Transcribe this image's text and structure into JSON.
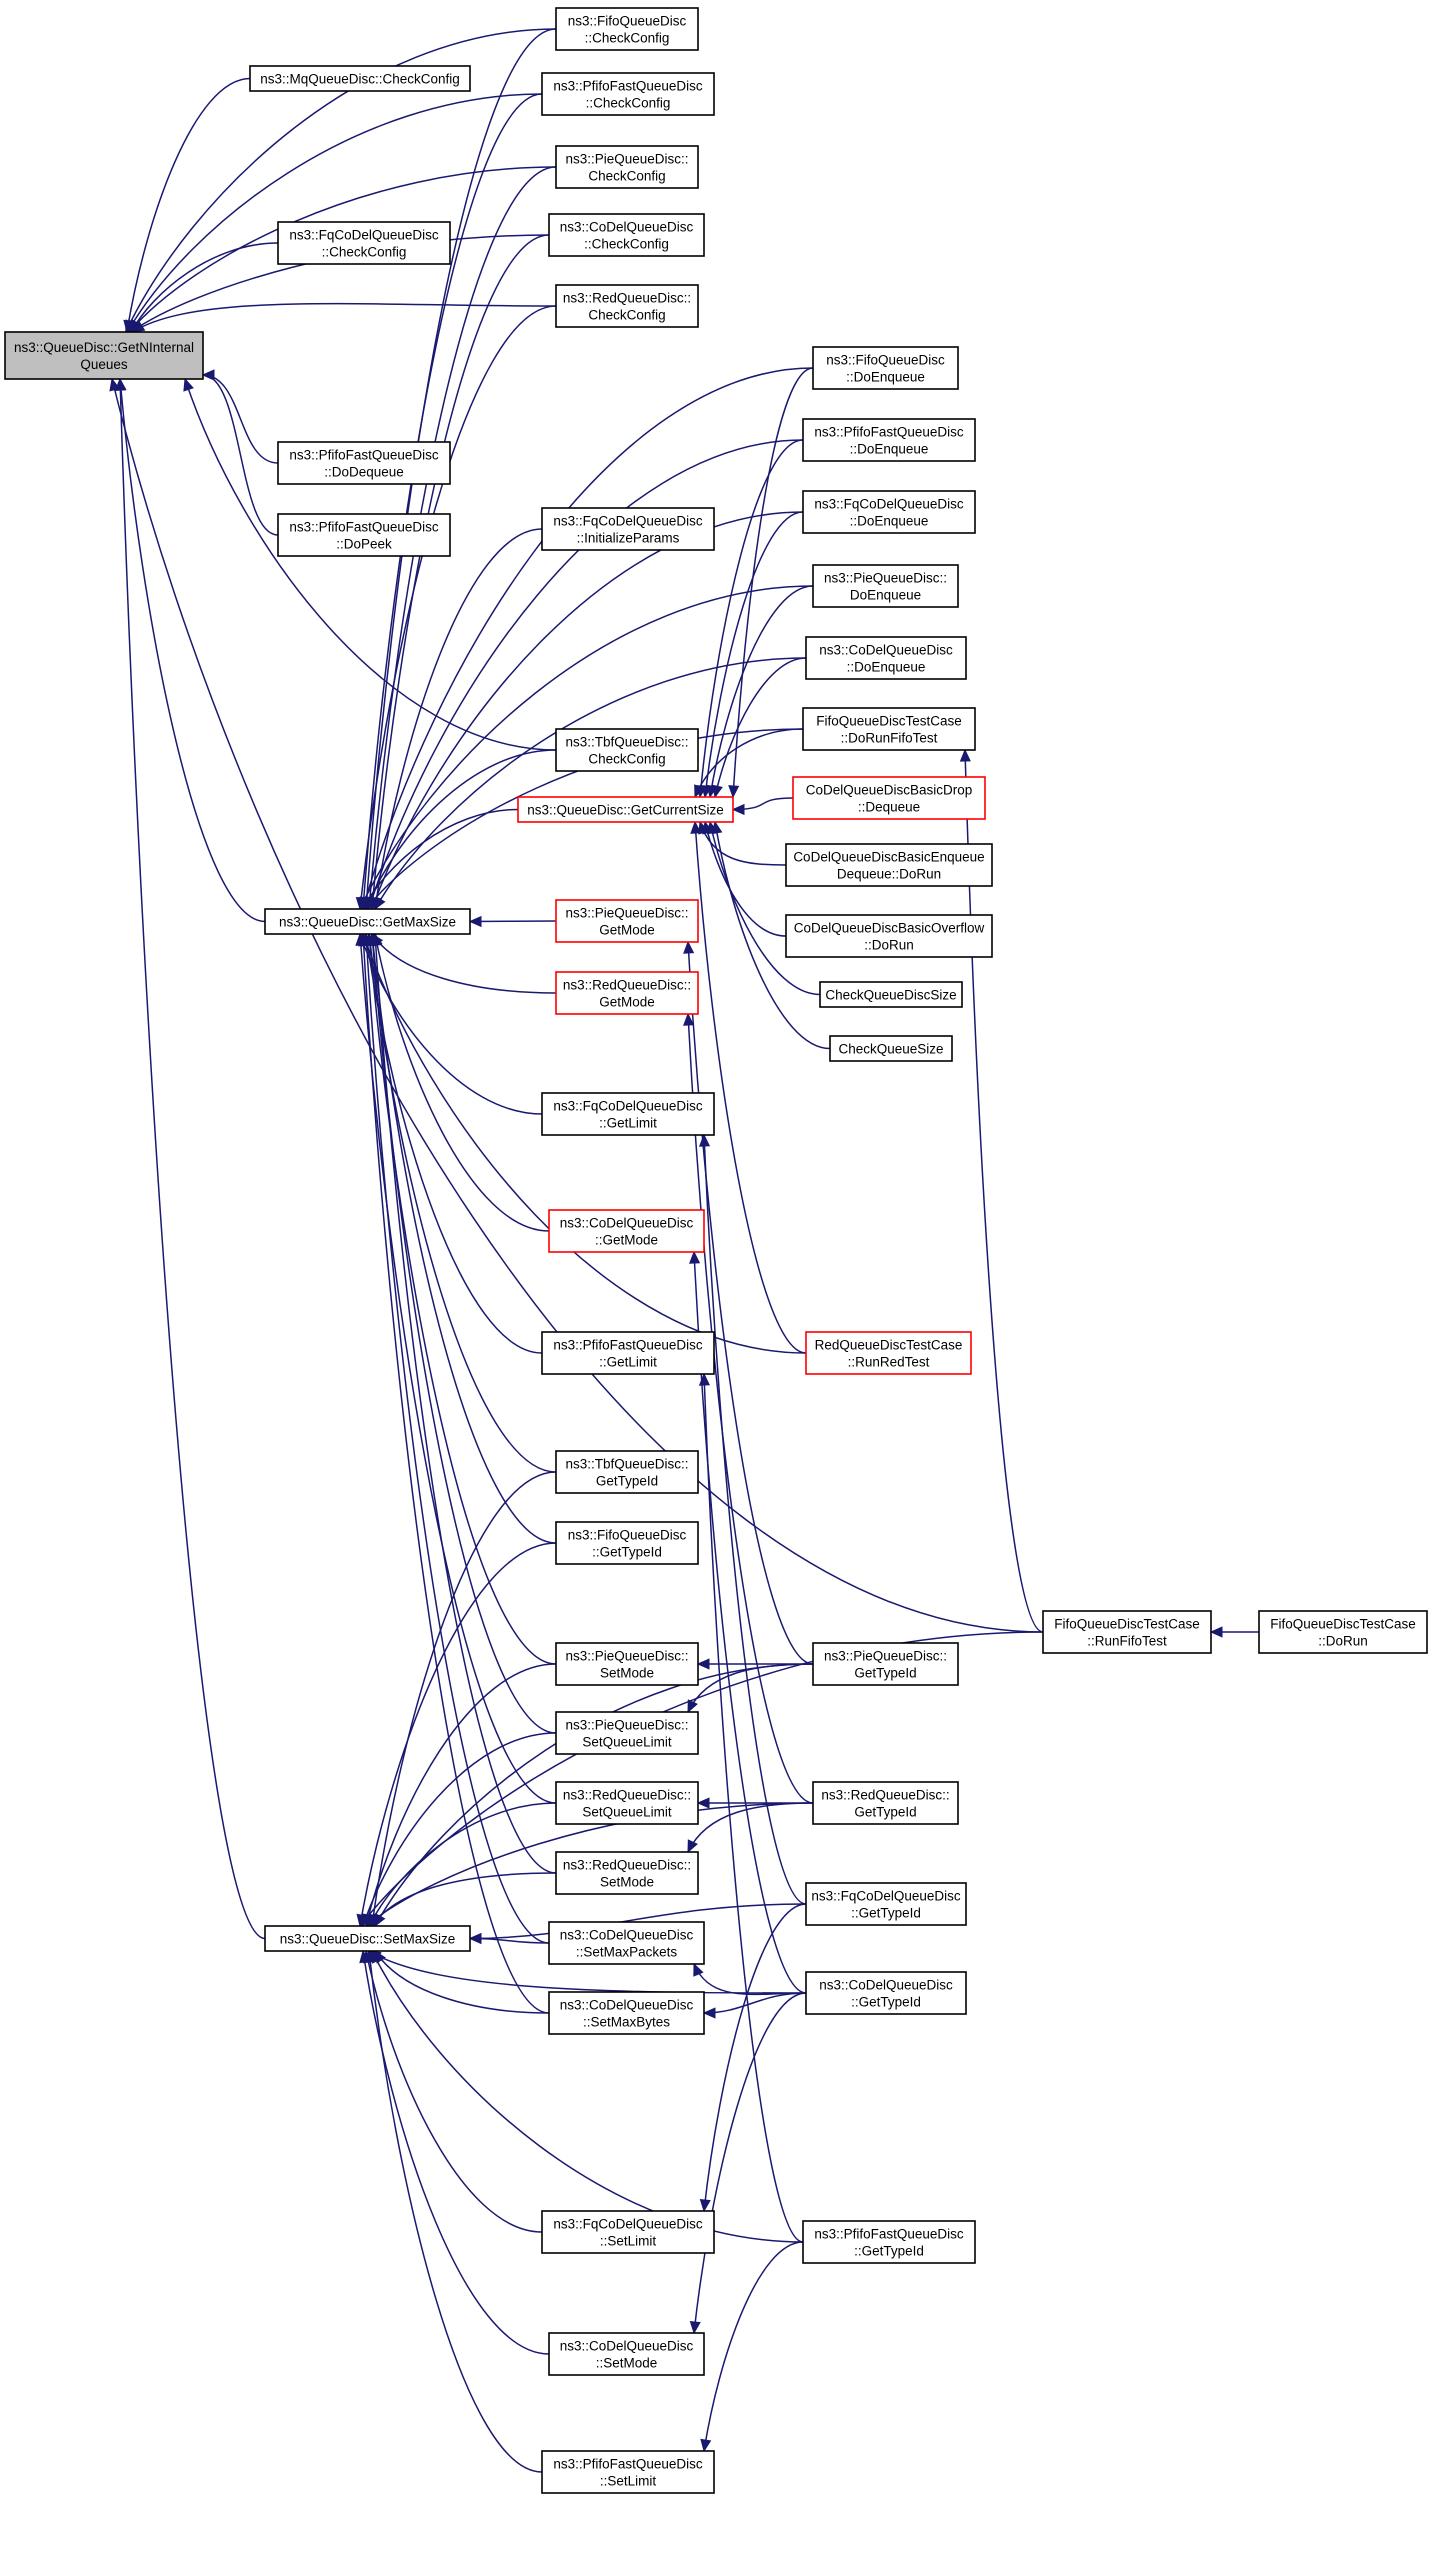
{
  "graph": {
    "kind": "caller-graph",
    "root": "root",
    "colors": {
      "edge": "#191970",
      "root_fill": "#bfbfbf",
      "node_border": "#000000",
      "truncated_border": "#ff0000",
      "node_fill": "#ffffff"
    },
    "nodes": {
      "root": {
        "lines": [
          "ns3::QueueDisc::GetNInternal",
          "Queues"
        ],
        "style": "root"
      },
      "mq_cc": {
        "lines": [
          "ns3::MqQueueDisc::CheckConfig"
        ]
      },
      "fq_cc": {
        "lines": [
          "ns3::FqCoDelQueueDisc",
          "::CheckConfig"
        ]
      },
      "pf_deq": {
        "lines": [
          "ns3::PfifoFastQueueDisc",
          "::DoDequeue"
        ]
      },
      "pf_peek": {
        "lines": [
          "ns3::PfifoFastQueueDisc",
          "::DoPeek"
        ]
      },
      "getmax": {
        "lines": [
          "ns3::QueueDisc::GetMaxSize"
        ]
      },
      "setmax": {
        "lines": [
          "ns3::QueueDisc::SetMaxSize"
        ]
      },
      "fifo_cc": {
        "lines": [
          "ns3::FifoQueueDisc",
          "::CheckConfig"
        ]
      },
      "pff_cc": {
        "lines": [
          "ns3::PfifoFastQueueDisc",
          "::CheckConfig"
        ]
      },
      "pie_cc": {
        "lines": [
          "ns3::PieQueueDisc::",
          "CheckConfig"
        ]
      },
      "codel_cc": {
        "lines": [
          "ns3::CoDelQueueDisc",
          "::CheckConfig"
        ]
      },
      "red_cc": {
        "lines": [
          "ns3::RedQueueDisc::",
          "CheckConfig"
        ]
      },
      "fq_init": {
        "lines": [
          "ns3::FqCoDelQueueDisc",
          "::InitializeParams"
        ]
      },
      "tbf_cc": {
        "lines": [
          "ns3::TbfQueueDisc::",
          "CheckConfig"
        ]
      },
      "getcur": {
        "lines": [
          "ns3::QueueDisc::GetCurrentSize"
        ],
        "style": "truncated"
      },
      "pie_gm": {
        "lines": [
          "ns3::PieQueueDisc::",
          "GetMode"
        ],
        "style": "truncated"
      },
      "red_gm": {
        "lines": [
          "ns3::RedQueueDisc::",
          "GetMode"
        ],
        "style": "truncated"
      },
      "fq_gl": {
        "lines": [
          "ns3::FqCoDelQueueDisc",
          "::GetLimit"
        ]
      },
      "codel_gm": {
        "lines": [
          "ns3::CoDelQueueDisc",
          "::GetMode"
        ],
        "style": "truncated"
      },
      "pff_gl": {
        "lines": [
          "ns3::PfifoFastQueueDisc",
          "::GetLimit"
        ]
      },
      "tbf_gt": {
        "lines": [
          "ns3::TbfQueueDisc::",
          "GetTypeId"
        ]
      },
      "fifo_gt": {
        "lines": [
          "ns3::FifoQueueDisc",
          "::GetTypeId"
        ]
      },
      "pie_sm": {
        "lines": [
          "ns3::PieQueueDisc::",
          "SetMode"
        ]
      },
      "pie_sql": {
        "lines": [
          "ns3::PieQueueDisc::",
          "SetQueueLimit"
        ]
      },
      "red_sql": {
        "lines": [
          "ns3::RedQueueDisc::",
          "SetQueueLimit"
        ]
      },
      "red_sm": {
        "lines": [
          "ns3::RedQueueDisc::",
          "SetMode"
        ]
      },
      "codel_smp": {
        "lines": [
          "ns3::CoDelQueueDisc",
          "::SetMaxPackets"
        ]
      },
      "codel_smb": {
        "lines": [
          "ns3::CoDelQueueDisc",
          "::SetMaxBytes"
        ]
      },
      "fq_sl": {
        "lines": [
          "ns3::FqCoDelQueueDisc",
          "::SetLimit"
        ]
      },
      "codel_sm": {
        "lines": [
          "ns3::CoDelQueueDisc",
          "::SetMode"
        ]
      },
      "pff_sl": {
        "lines": [
          "ns3::PfifoFastQueueDisc",
          "::SetLimit"
        ]
      },
      "fifo_enq": {
        "lines": [
          "ns3::FifoQueueDisc",
          "::DoEnqueue"
        ]
      },
      "pff_enq": {
        "lines": [
          "ns3::PfifoFastQueueDisc",
          "::DoEnqueue"
        ]
      },
      "fq_enq": {
        "lines": [
          "ns3::FqCoDelQueueDisc",
          "::DoEnqueue"
        ]
      },
      "pie_enq": {
        "lines": [
          "ns3::PieQueueDisc::",
          "DoEnqueue"
        ]
      },
      "codel_enq": {
        "lines": [
          "ns3::CoDelQueueDisc",
          "::DoEnqueue"
        ]
      },
      "fifo_test": {
        "lines": [
          "FifoQueueDiscTestCase",
          "::DoRunFifoTest"
        ]
      },
      "cd_drop": {
        "lines": [
          "CoDelQueueDiscBasicDrop",
          "::Dequeue"
        ],
        "style": "truncated"
      },
      "cd_enqdeq": {
        "lines": [
          "CoDelQueueDiscBasicEnqueue",
          "Dequeue::DoRun"
        ]
      },
      "cd_ovf": {
        "lines": [
          "CoDelQueueDiscBasicOverflow",
          "::DoRun"
        ]
      },
      "chk_qds": {
        "lines": [
          "CheckQueueDiscSize"
        ]
      },
      "chk_qs": {
        "lines": [
          "CheckQueueSize"
        ]
      },
      "red_test": {
        "lines": [
          "RedQueueDiscTestCase",
          "::RunRedTest"
        ],
        "style": "truncated"
      },
      "pie_gt": {
        "lines": [
          "ns3::PieQueueDisc::",
          "GetTypeId"
        ]
      },
      "red_gt": {
        "lines": [
          "ns3::RedQueueDisc::",
          "GetTypeId"
        ]
      },
      "fq_gt": {
        "lines": [
          "ns3::FqCoDelQueueDisc",
          "::GetTypeId"
        ]
      },
      "codel_gt": {
        "lines": [
          "ns3::CoDelQueueDisc",
          "::GetTypeId"
        ]
      },
      "pff_gt": {
        "lines": [
          "ns3::PfifoFastQueueDisc",
          "::GetTypeId"
        ]
      },
      "fifo_run": {
        "lines": [
          "FifoQueueDiscTestCase",
          "::RunFifoTest"
        ]
      },
      "fifo_dorun": {
        "lines": [
          "FifoQueueDiscTestCase",
          "::DoRun"
        ]
      }
    },
    "edges": [
      [
        "fifo_cc",
        "root"
      ],
      [
        "mq_cc",
        "root"
      ],
      [
        "pff_cc",
        "root"
      ],
      [
        "pie_cc",
        "root"
      ],
      [
        "fq_cc",
        "root"
      ],
      [
        "codel_cc",
        "root"
      ],
      [
        "red_cc",
        "root"
      ],
      [
        "tbf_cc",
        "root"
      ],
      [
        "pf_deq",
        "root"
      ],
      [
        "pf_peek",
        "root"
      ],
      [
        "getmax",
        "root"
      ],
      [
        "setmax",
        "root"
      ],
      [
        "fifo_run",
        "root"
      ],
      [
        "fifo_cc",
        "getmax"
      ],
      [
        "pff_cc",
        "getmax"
      ],
      [
        "pie_cc",
        "getmax"
      ],
      [
        "codel_cc",
        "getmax"
      ],
      [
        "red_cc",
        "getmax"
      ],
      [
        "fq_init",
        "getmax"
      ],
      [
        "tbf_cc",
        "getmax"
      ],
      [
        "getcur",
        "getmax"
      ],
      [
        "pie_gm",
        "getmax"
      ],
      [
        "red_gm",
        "getmax"
      ],
      [
        "fq_gl",
        "getmax"
      ],
      [
        "codel_gm",
        "getmax"
      ],
      [
        "pff_gl",
        "getmax"
      ],
      [
        "fifo_enq",
        "getmax"
      ],
      [
        "pff_enq",
        "getmax"
      ],
      [
        "fq_enq",
        "getmax"
      ],
      [
        "pie_enq",
        "getmax"
      ],
      [
        "codel_enq",
        "getmax"
      ],
      [
        "fifo_test",
        "getmax"
      ],
      [
        "red_test",
        "getmax"
      ],
      [
        "pie_sm",
        "getmax"
      ],
      [
        "pie_sql",
        "getmax"
      ],
      [
        "red_sql",
        "getmax"
      ],
      [
        "red_sm",
        "getmax"
      ],
      [
        "codel_smp",
        "getmax"
      ],
      [
        "codel_smb",
        "getmax"
      ],
      [
        "tbf_gt",
        "getmax"
      ],
      [
        "fifo_gt",
        "getmax"
      ],
      [
        "fifo_enq",
        "getcur"
      ],
      [
        "pff_enq",
        "getcur"
      ],
      [
        "fq_enq",
        "getcur"
      ],
      [
        "pie_enq",
        "getcur"
      ],
      [
        "codel_enq",
        "getcur"
      ],
      [
        "fifo_test",
        "getcur"
      ],
      [
        "cd_drop",
        "getcur"
      ],
      [
        "cd_enqdeq",
        "getcur"
      ],
      [
        "cd_ovf",
        "getcur"
      ],
      [
        "chk_qds",
        "getcur"
      ],
      [
        "chk_qs",
        "getcur"
      ],
      [
        "red_test",
        "getcur"
      ],
      [
        "pie_gt",
        "pie_gm"
      ],
      [
        "red_gt",
        "red_gm"
      ],
      [
        "fq_gt",
        "fq_gl"
      ],
      [
        "codel_gt",
        "codel_gm"
      ],
      [
        "pff_gt",
        "pff_gl"
      ],
      [
        "pie_gt",
        "pie_sm"
      ],
      [
        "pie_gt",
        "pie_sql"
      ],
      [
        "red_gt",
        "red_sql"
      ],
      [
        "red_gt",
        "red_sm"
      ],
      [
        "codel_gt",
        "codel_smp"
      ],
      [
        "codel_gt",
        "codel_smb"
      ],
      [
        "fq_gt",
        "fq_sl"
      ],
      [
        "codel_gt",
        "codel_sm"
      ],
      [
        "pff_gt",
        "pff_sl"
      ],
      [
        "pie_sm",
        "setmax"
      ],
      [
        "pie_sql",
        "setmax"
      ],
      [
        "red_sql",
        "setmax"
      ],
      [
        "red_sm",
        "setmax"
      ],
      [
        "codel_smp",
        "setmax"
      ],
      [
        "codel_smb",
        "setmax"
      ],
      [
        "fq_sl",
        "setmax"
      ],
      [
        "codel_sm",
        "setmax"
      ],
      [
        "pff_sl",
        "setmax"
      ],
      [
        "tbf_gt",
        "setmax"
      ],
      [
        "fifo_gt",
        "setmax"
      ],
      [
        "pie_gt",
        "setmax"
      ],
      [
        "red_gt",
        "setmax"
      ],
      [
        "fq_gt",
        "setmax"
      ],
      [
        "codel_gt",
        "setmax"
      ],
      [
        "pff_gt",
        "setmax"
      ],
      [
        "fifo_run",
        "setmax"
      ],
      [
        "fifo_run",
        "fifo_test"
      ],
      [
        "fifo_dorun",
        "fifo_run"
      ]
    ]
  }
}
